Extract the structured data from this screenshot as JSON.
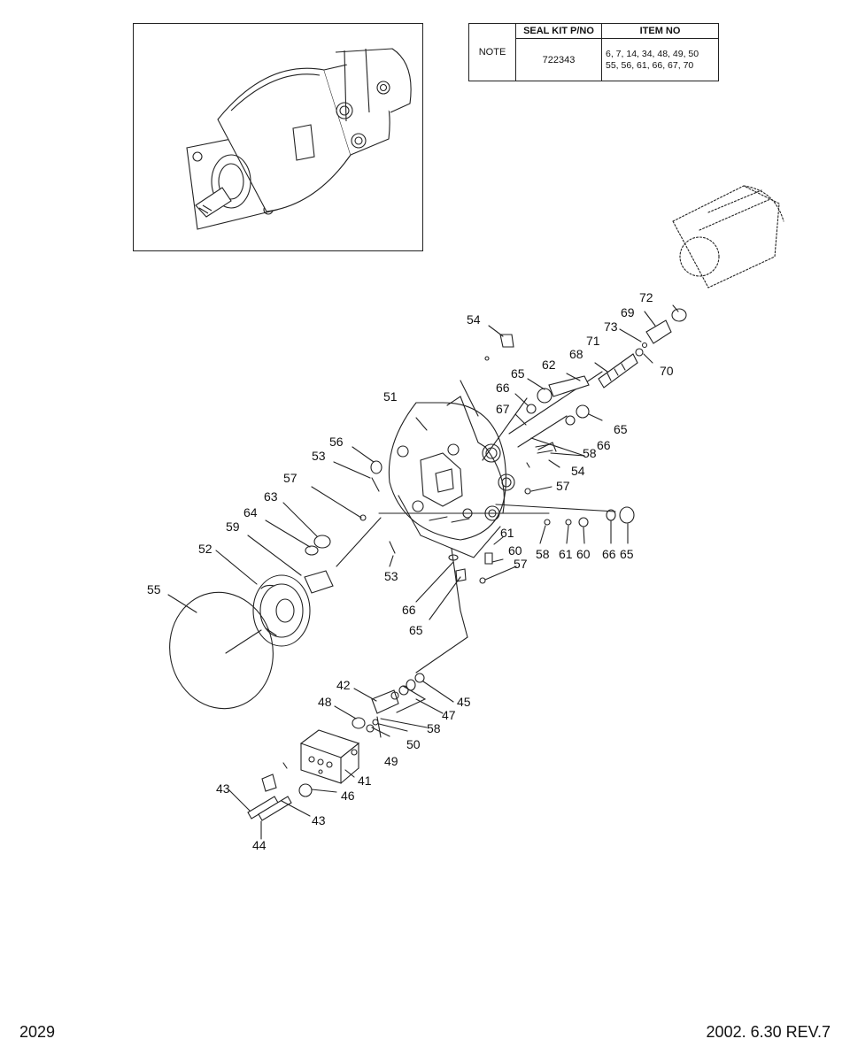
{
  "table": {
    "header_kit": "SEAL KIT P/NO",
    "header_item": "ITEM NO",
    "note_label": "NOTE",
    "kit_number": "722343",
    "items_line1": "6, 7, 14, 34, 48, 49, 50",
    "items_line2": "55, 56, 61, 66, 67, 70"
  },
  "footer": {
    "page_number": "2029",
    "revision": "2002. 6.30  REV.7"
  },
  "callouts": {
    "n41": "41",
    "n42": "42",
    "n43a": "43",
    "n43b": "43",
    "n44": "44",
    "n45": "45",
    "n46": "46",
    "n47": "47",
    "n48": "48",
    "n49": "49",
    "n50": "50",
    "n51": "51",
    "n52": "52",
    "n53a": "53",
    "n53b": "53",
    "n54a": "54",
    "n54b": "54",
    "n55": "55",
    "n56": "56",
    "n57a": "57",
    "n57b": "57",
    "n57c": "57",
    "n58a": "58",
    "n58b": "58",
    "n58c": "58",
    "n59": "59",
    "n60a": "60",
    "n60b": "60",
    "n61a": "61",
    "n61b": "61",
    "n62": "62",
    "n63": "63",
    "n64": "64",
    "n65a": "65",
    "n65b": "65",
    "n65c": "65",
    "n65d": "65",
    "n66a": "66",
    "n66b": "66",
    "n66c": "66",
    "n66d": "66",
    "n67": "67",
    "n68": "68",
    "n69": "69",
    "n70": "70",
    "n71": "71",
    "n72": "72",
    "n73": "73"
  }
}
